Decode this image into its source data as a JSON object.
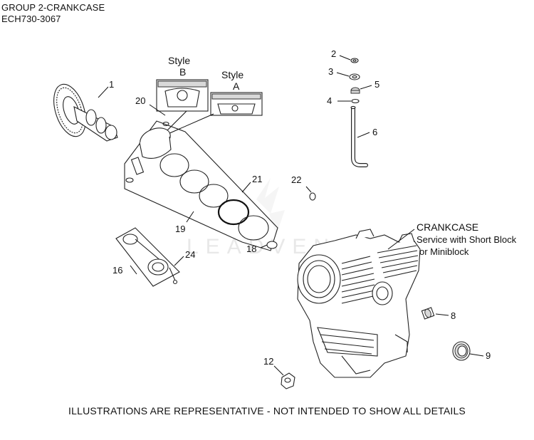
{
  "header": {
    "group": "GROUP 2-CRANKCASE",
    "model": "ECH730-3067"
  },
  "callouts": {
    "c1": "1",
    "c2": "2",
    "c3": "3",
    "c4": "4",
    "c5": "5",
    "c6": "6",
    "c8": "8",
    "c9": "9",
    "c12": "12",
    "c16": "16",
    "c18": "18",
    "c19": "19",
    "c20": "20",
    "c21": "21",
    "c22": "22",
    "c24": "24"
  },
  "styles": {
    "style_b_word": "Style",
    "style_b_letter": "B",
    "style_a_word": "Style",
    "style_a_letter": "A"
  },
  "crankcase": {
    "title": "CRANKCASE",
    "line1": "Service with Short Block",
    "line2": "or Miniblock"
  },
  "watermark": "LEADVENTURE",
  "footer": "ILLUSTRATIONS ARE REPRESENTATIVE - NOT INTENDED TO SHOW ALL DETAILS"
}
